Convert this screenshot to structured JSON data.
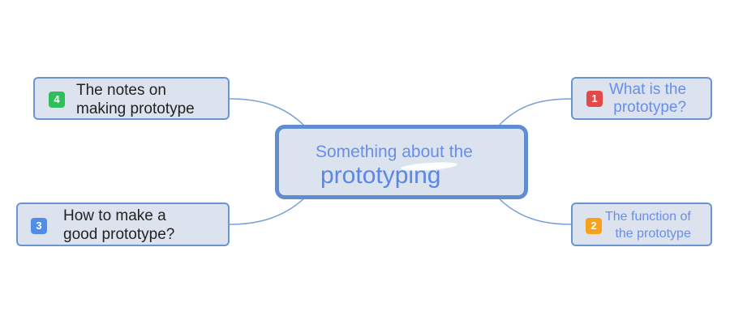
{
  "central_topic": {
    "line1": "Something about the",
    "line2": "prototyping"
  },
  "subtopics": [
    {
      "number": "1",
      "lines": [
        "What is the",
        "prototype?"
      ],
      "badge_color": "#e24a4a",
      "text_color": "#6a8ee6"
    },
    {
      "number": "2",
      "lines": [
        "The function of",
        "the prototype"
      ],
      "badge_color": "#f6a21a",
      "text_color": "#6a8ee6"
    },
    {
      "number": "3",
      "lines": [
        "How to make a",
        "good prototype?"
      ],
      "badge_color": "#4f8de8",
      "text_color": "#222222"
    },
    {
      "number": "4",
      "lines": [
        "The notes on",
        "making prototype"
      ],
      "badge_color": "#2dbf5a",
      "text_color": "#222222"
    }
  ],
  "colors": {
    "topic_fill": "#dce3ef",
    "topic_border": "#6b95d2",
    "connector": "#7aa0d6"
  }
}
